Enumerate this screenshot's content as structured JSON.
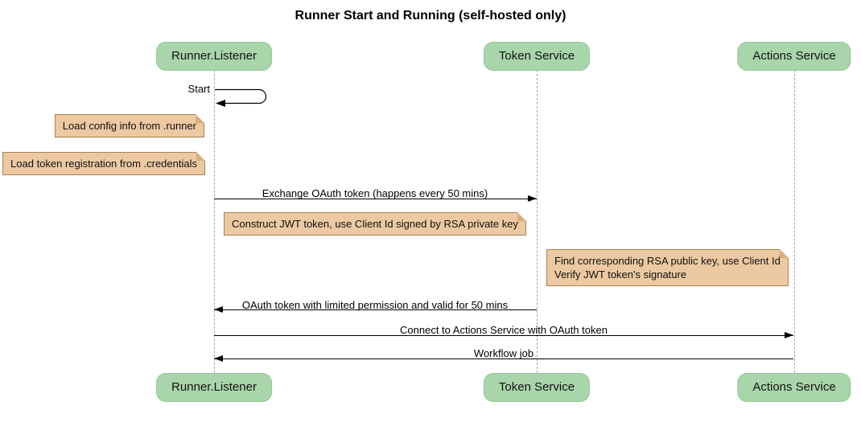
{
  "title": "Runner Start and Running (self-hosted only)",
  "participants": [
    {
      "label": "Runner.Listener"
    },
    {
      "label": "Token Service"
    },
    {
      "label": "Actions Service"
    }
  ],
  "messages": {
    "start": "Start",
    "exchange_oauth": "Exchange OAuth token (happens every 50 mins)",
    "oauth_return": "OAuth token with limited permission and valid for 50 mins",
    "connect_actions": "Connect to Actions Service with OAuth token",
    "workflow_job": "Workflow job"
  },
  "notes": [
    {
      "text": "Load config info from .runner"
    },
    {
      "text": "Load token registration from .credentials"
    },
    {
      "text": "Construct JWT token, use Client Id signed by RSA private key"
    },
    {
      "text": "Find corresponding RSA public key, use Client Id\nVerify JWT token's signature"
    }
  ],
  "colors": {
    "participant_fill": "#a8d5aa",
    "participant_border": "#93c795",
    "note_fill": "#ecc9a2",
    "note_border": "#a9814f",
    "note_fold": "#d9ad7c",
    "lifeline": "#a6a6a6",
    "arrow": "#000000"
  }
}
